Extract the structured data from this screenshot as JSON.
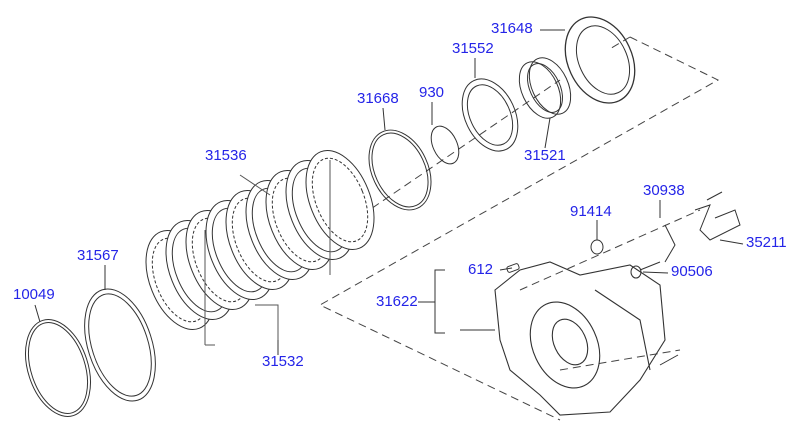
{
  "diagram": {
    "label_color": "#2424e8",
    "parts": [
      {
        "id": "p31648",
        "number": "31648"
      },
      {
        "id": "p31552",
        "number": "31552"
      },
      {
        "id": "p930",
        "number": "930"
      },
      {
        "id": "p31668",
        "number": "31668"
      },
      {
        "id": "p31521",
        "number": "31521"
      },
      {
        "id": "p31536",
        "number": "31536"
      },
      {
        "id": "p30938",
        "number": "30938"
      },
      {
        "id": "p91414",
        "number": "91414"
      },
      {
        "id": "p35211",
        "number": "35211"
      },
      {
        "id": "p31567",
        "number": "31567"
      },
      {
        "id": "p612",
        "number": "612"
      },
      {
        "id": "p90506",
        "number": "90506"
      },
      {
        "id": "p10049",
        "number": "10049"
      },
      {
        "id": "p31622",
        "number": "31622"
      },
      {
        "id": "p31532",
        "number": "31532"
      }
    ]
  }
}
